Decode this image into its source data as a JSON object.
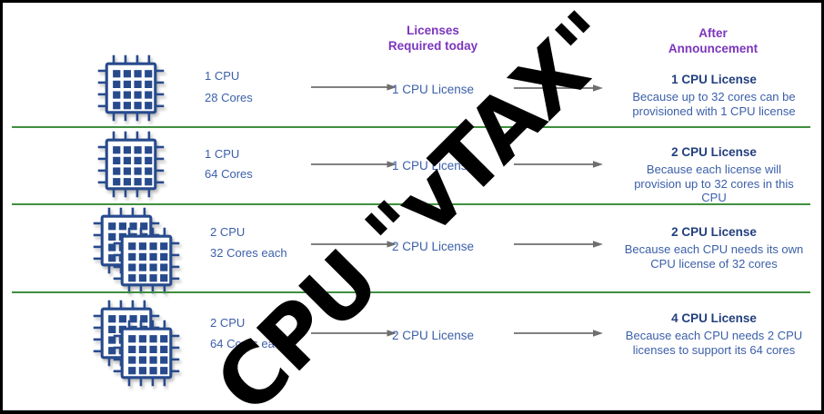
{
  "watermark": "CPU \"vTAX\"",
  "columns": {
    "today": {
      "line1": "Licenses",
      "line2": "Required today"
    },
    "after": {
      "line1": "After",
      "line2": "Announcement"
    }
  },
  "rows": [
    {
      "chip_count": 1,
      "cpu": "1 CPU",
      "cores": "28 Cores",
      "today_license": "1 CPU License",
      "after_license": "1 CPU License",
      "after_reason": [
        "Because up to 32 cores can be",
        "provisioned with 1 CPU license"
      ]
    },
    {
      "chip_count": 1,
      "cpu": "1 CPU",
      "cores": "64 Cores",
      "today_license": "1 CPU License",
      "after_license": "2 CPU License",
      "after_reason": [
        "Because each license will",
        "provision up to 32 cores in this",
        "CPU"
      ]
    },
    {
      "chip_count": 2,
      "cpu": "2 CPU",
      "cores": "32 Cores each",
      "today_license": "2 CPU License",
      "after_license": "2 CPU License",
      "after_reason": [
        "Because each CPU needs its own",
        "CPU license of 32 cores"
      ]
    },
    {
      "chip_count": 2,
      "cpu": "2 CPU",
      "cores": "64 Cores each",
      "today_license": "2 CPU License",
      "after_license": "4 CPU License",
      "after_reason": [
        "Because each CPU needs 2 CPU",
        "licenses to support its 64 cores"
      ]
    }
  ],
  "colors": {
    "header_purple": "#7b35bd",
    "body_blue": "#3b5fa9",
    "title_navy": "#223f7e",
    "chip_navy": "#274a8d",
    "divider_green": "#3f8f3f",
    "arrow_gray": "#6e6e6e",
    "watermark_black": "#000000"
  }
}
